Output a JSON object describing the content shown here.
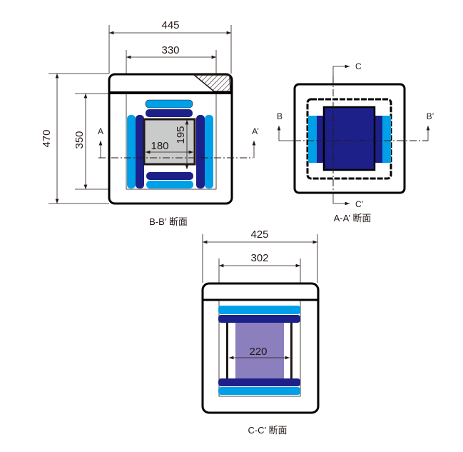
{
  "title": "Cross-section drawings",
  "colors": {
    "light_blue": "#00a0e9",
    "dark_blue": "#1d2088",
    "gray": "#c9caca",
    "purple": "#8c7fbd",
    "line": "#231815"
  },
  "view_bb": {
    "caption": "B-B’ 断面",
    "dims": {
      "outer_width": "445",
      "inner_width": "330",
      "outer_height": "470",
      "inner_height": "350",
      "core_width": "180",
      "core_height": "195"
    },
    "section_labels": {
      "a": "A",
      "a_prime": "A’"
    }
  },
  "view_aa": {
    "caption": "A-A’ 断面",
    "section_labels": {
      "b": "B",
      "b_prime": "B’",
      "c": "C",
      "c_prime": "C’"
    }
  },
  "view_cc": {
    "caption": "C-C’ 断面",
    "dims": {
      "outer_width": "425",
      "inner_width": "302",
      "core_width": "220"
    }
  }
}
